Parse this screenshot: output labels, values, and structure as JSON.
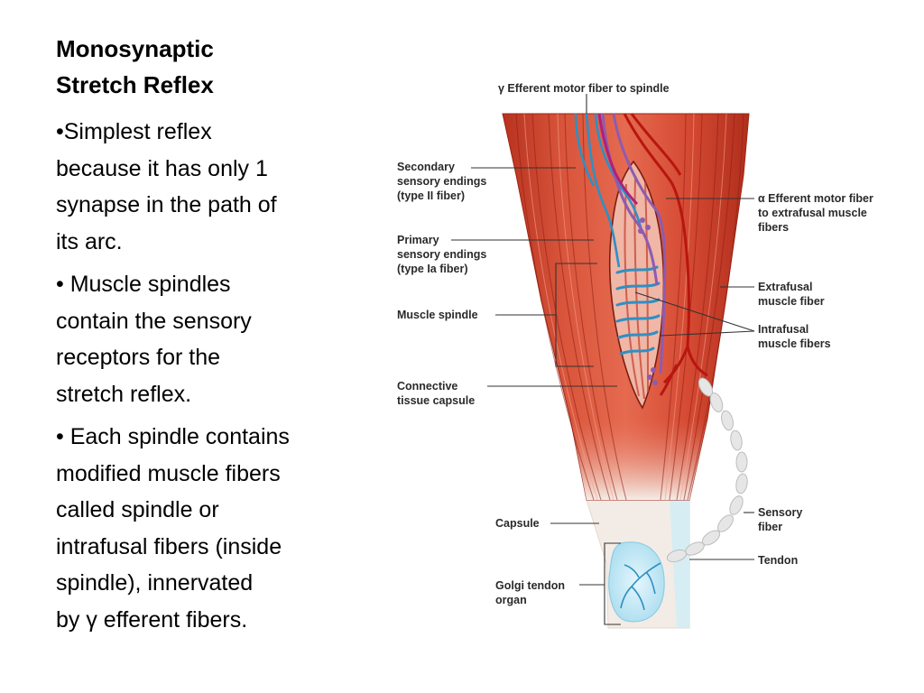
{
  "slide": {
    "title_lines": [
      "Monosynaptic",
      "Stretch Reflex"
    ],
    "bullets": [
      {
        "lines": [
          "•Simplest reflex",
          "because it has only 1",
          "synapse in the path of",
          "its arc."
        ]
      },
      {
        "lines": [
          "• Muscle spindles",
          "contain the sensory",
          "receptors for the",
          "stretch reflex."
        ]
      },
      {
        "lines": [
          "• Each spindle contains",
          "modified muscle fibers",
          "called spindle or",
          "intrafusal fibers (inside",
          "spindle), innervated",
          "by γ efferent fibers."
        ]
      }
    ]
  },
  "figure": {
    "labels": {
      "gamma_efferent": "γ Efferent motor fiber to spindle",
      "secondary_1": "Secondary",
      "secondary_2": "sensory endings",
      "secondary_3": "(type II fiber)",
      "primary_1": "Primary",
      "primary_2": "sensory endings",
      "primary_3": "(type Ia fiber)",
      "muscle_spindle": "Muscle spindle",
      "connective_1": "Connective",
      "connective_2": "tissue capsule",
      "alpha_1": "α Efferent motor fiber",
      "alpha_2": "to extrafusal muscle",
      "alpha_3": "fibers",
      "extrafusal_1": "Extrafusal",
      "extrafusal_2": "muscle fiber",
      "intrafusal_1": "Intrafusal",
      "intrafusal_2": "muscle fibers",
      "sensory_1": "Sensory",
      "sensory_2": "fiber",
      "capsule": "Capsule",
      "tendon": "Tendon",
      "golgi_1": "Golgi tendon",
      "golgi_2": "organ"
    },
    "colors": {
      "muscle": "#c8402a",
      "muscle_light": "#e8735c",
      "tendon": "#f3ece6",
      "sensory_blue": "#2f8fc4",
      "gamma_purple": "#8e5bb0",
      "alpha_red": "#b8160f",
      "magenta": "#b0207a",
      "golgi": "#b9e4f2"
    }
  }
}
